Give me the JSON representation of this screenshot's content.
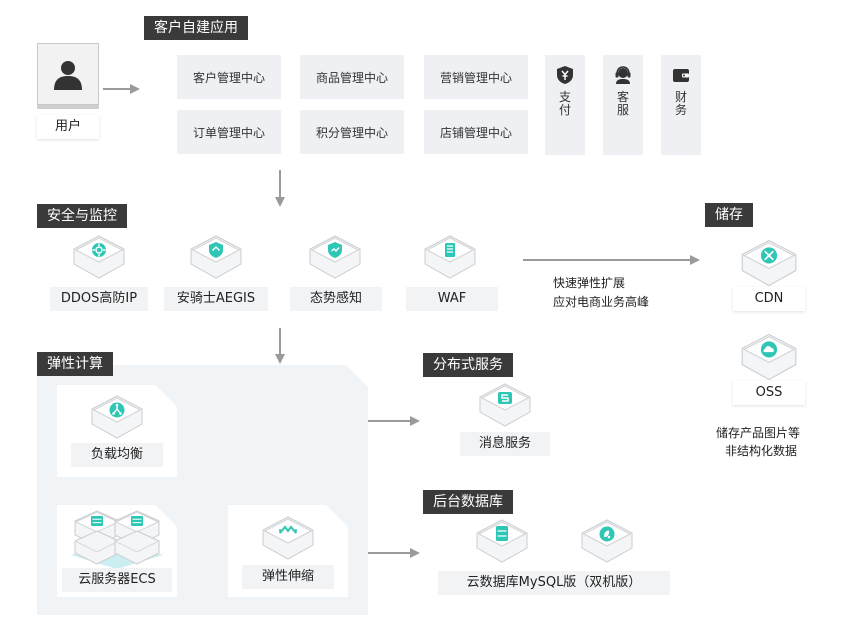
{
  "user": {
    "label": "用户",
    "icon": "user-icon"
  },
  "app": {
    "title": "客户自建应用",
    "modules": [
      "客户管理中心",
      "商品管理中心",
      "营销管理中心",
      "订单管理中心",
      "积分管理中心",
      "店铺管理中心"
    ],
    "vertical": [
      {
        "chars": [
          "支",
          "付"
        ],
        "icon": "payment-icon"
      },
      {
        "chars": [
          "客",
          "服"
        ],
        "icon": "customer-service-icon"
      },
      {
        "chars": [
          "财",
          "务"
        ],
        "icon": "wallet-icon"
      }
    ]
  },
  "security": {
    "title": "安全与监控",
    "items": [
      {
        "label": "DDOS高防IP",
        "icon": "ddos-icon"
      },
      {
        "label": "安骑士AEGIS",
        "icon": "aegis-icon"
      },
      {
        "label": "态势感知",
        "icon": "situation-awareness-icon"
      },
      {
        "label": "WAF",
        "icon": "waf-icon"
      }
    ]
  },
  "elastic_note": {
    "line1": "快速弹性扩展",
    "line2": "应对电商业务高峰"
  },
  "storage": {
    "title": "储存",
    "items": [
      {
        "label": "CDN",
        "icon": "cdn-icon"
      },
      {
        "label": "OSS",
        "icon": "oss-icon"
      }
    ],
    "note_line1": "储存产品图片等",
    "note_line2": "非结构化数据"
  },
  "compute": {
    "title": "弹性计算",
    "slb": {
      "label": "负载均衡",
      "icon": "load-balancer-icon"
    },
    "ecs": {
      "label": "云服务器ECS",
      "icon": "server-icon"
    },
    "scaling": {
      "label": "弹性伸缩",
      "icon": "auto-scaling-icon"
    }
  },
  "distributed": {
    "title": "分布式服务",
    "item": {
      "label": "消息服务",
      "icon": "message-service-icon"
    }
  },
  "database": {
    "title": "后台数据库",
    "label": "云数据库MySQL版（双机版）",
    "icons": [
      "database-icon",
      "rds-icon"
    ]
  },
  "colors": {
    "accent": "#2ec6b4",
    "tag_bg": "#3a3a3a",
    "arrow": "#9a9a9a"
  }
}
